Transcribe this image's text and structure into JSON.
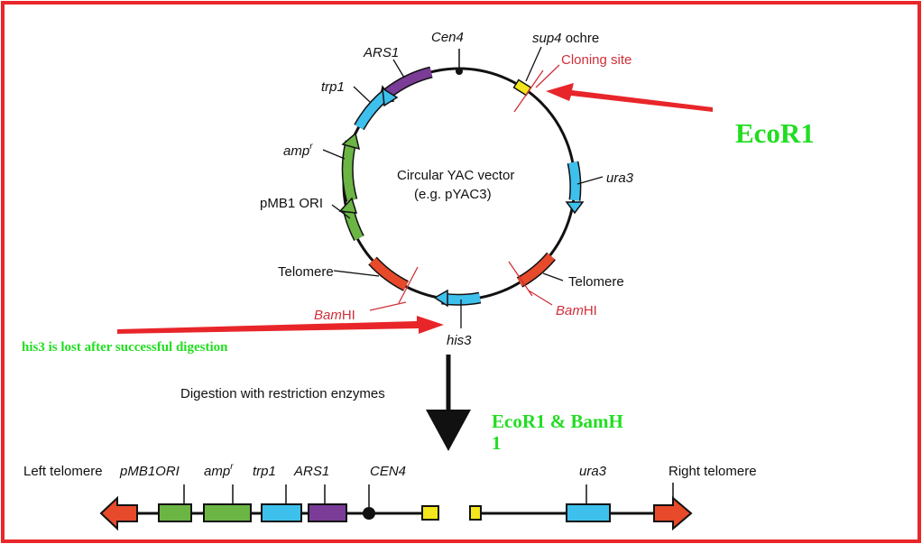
{
  "colors": {
    "frame": "#e8262a",
    "blue": "#3ec0ec",
    "purple": "#7a3c97",
    "green": "#6bb544",
    "red": "#e64a2a",
    "yellow": "#f3e61c",
    "arrow_red": "#e8262a",
    "annotation_green": "#22dd22",
    "site_red": "#d0303a"
  },
  "circle": {
    "title_line1": "Circular YAC vector",
    "title_line2": "(e.g. pYAC3)",
    "cen4": "Cen4",
    "ars1": "ARS1",
    "trp1": "trp1",
    "amp_main": "amp",
    "amp_sup": "r",
    "pmb1": "pMB1 ORI",
    "telomere_left": "Telomere",
    "telomere_right": "Telomere",
    "bamhi_left_italic": "Bam",
    "bamhi_left_rest": "HI",
    "bamhi_right_italic": "Bam",
    "bamhi_right_rest": "HI",
    "his3": "his3",
    "ura3": "ura3",
    "sup4_italic": "sup4",
    "sup4_rest": " ochre",
    "cloning_site": "Cloning site"
  },
  "annotations": {
    "ecor1": "EcoR1",
    "his3_lost": "his3 is lost after successful digestion",
    "ecor1_bamh_line1": "EcoR1 & BamH",
    "ecor1_bamh_line2": "1"
  },
  "digestion": "Digestion with restriction enzymes",
  "linear": {
    "left_telomere": "Left telomere",
    "pmb1": "pMB1ORI",
    "amp_main": "amp",
    "amp_sup": "r",
    "trp1": "trp1",
    "ars1": "ARS1",
    "cen4": "CEN4",
    "ura3": "ura3",
    "right_telomere": "Right telomere"
  }
}
